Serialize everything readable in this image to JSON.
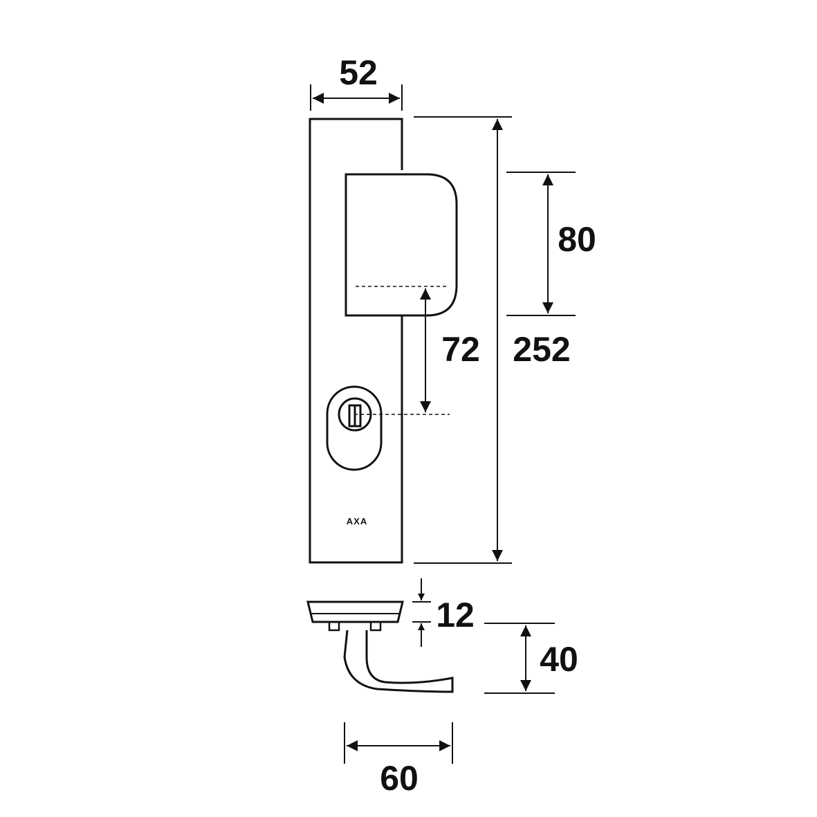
{
  "drawing": {
    "logo": "AXA",
    "line_color": "#111111",
    "background": "#ffffff"
  },
  "dimensions": {
    "plate_width": "52",
    "plate_height": "252",
    "handle_height": "80",
    "center_distance": "72",
    "rose_thickness": "12",
    "handle_projection": "40",
    "handle_length": "60"
  }
}
